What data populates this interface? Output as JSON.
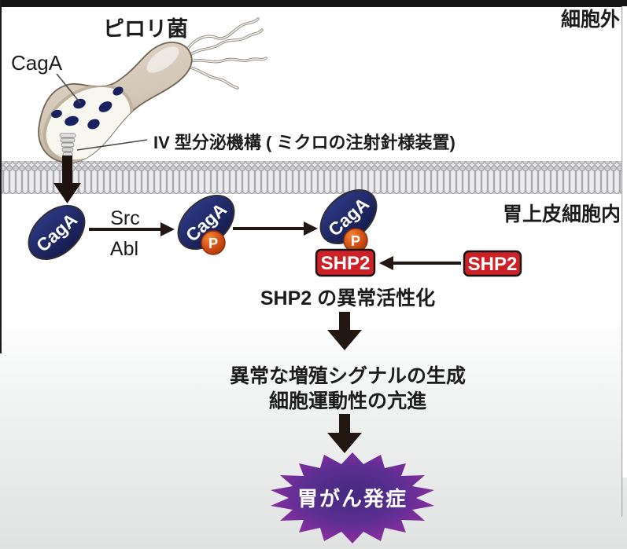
{
  "frame": {
    "extracellular": "細胞外",
    "intracellular": "胃上皮細胞内"
  },
  "bacterium": {
    "title": "ピロリ菌",
    "caga_label": "CagA",
    "secretion_label": "IV 型分泌機構 ( ミクロの注射針様装置)"
  },
  "cascade": {
    "caga1": "CagA",
    "caga2": "CagA",
    "caga3": "CagA",
    "kinase_top": "Src",
    "kinase_bottom": "Abl",
    "phospho": "P",
    "shp2_bound": "SHP2",
    "shp2_free": "SHP2",
    "activation": "SHP2 の異常活性化",
    "effect_line1": "異常な増殖シグナルの生成",
    "effect_line2": "細胞運動性の亢進",
    "outcome": "胃がん発症"
  },
  "colors": {
    "caga_navy": "#1f2568",
    "phospho_orange": "#cf4f15",
    "shp2_red": "#ce2127",
    "starburst_purple": "#8a2da1",
    "membrane_gray": "#c6c6ca",
    "arrow_black": "#231712",
    "body_tan": "#d3c7b7"
  }
}
